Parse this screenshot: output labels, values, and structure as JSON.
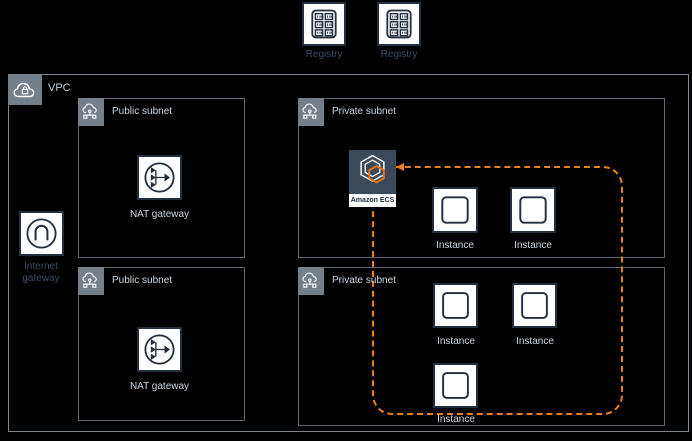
{
  "colors": {
    "background": "#000000",
    "accent_orange": "#e8821d",
    "ecs_hex_orange": "#ec7211",
    "icon_stroke": "#232f3e",
    "vpc_border": "#7b8691",
    "subnet_border": "#5d6873",
    "gray_icon_bg": "#757f8a",
    "ecs_icon_bg": "#3b4a5a",
    "label_light": "#cdd7e0",
    "label_dark": "#3a4d66"
  },
  "registries": [
    {
      "label": "Registry"
    },
    {
      "label": "Registry"
    }
  ],
  "vpc": {
    "label": "VPC",
    "internet_gateway": {
      "label": "Internet gateway"
    }
  },
  "subnets": [
    {
      "label": "Public subnet",
      "nat": {
        "label": "NAT gateway"
      }
    },
    {
      "label": "Private subnet",
      "ecs": {
        "label": "Amazon ECS"
      },
      "instances": [
        {
          "label": "Instance"
        },
        {
          "label": "Instance"
        }
      ]
    },
    {
      "label": "Public subnet",
      "nat": {
        "label": "NAT gateway"
      }
    },
    {
      "label": "Private subnet",
      "instances": [
        {
          "label": "Instance"
        },
        {
          "label": "Instance"
        },
        {
          "label": "Instance"
        }
      ]
    }
  ]
}
